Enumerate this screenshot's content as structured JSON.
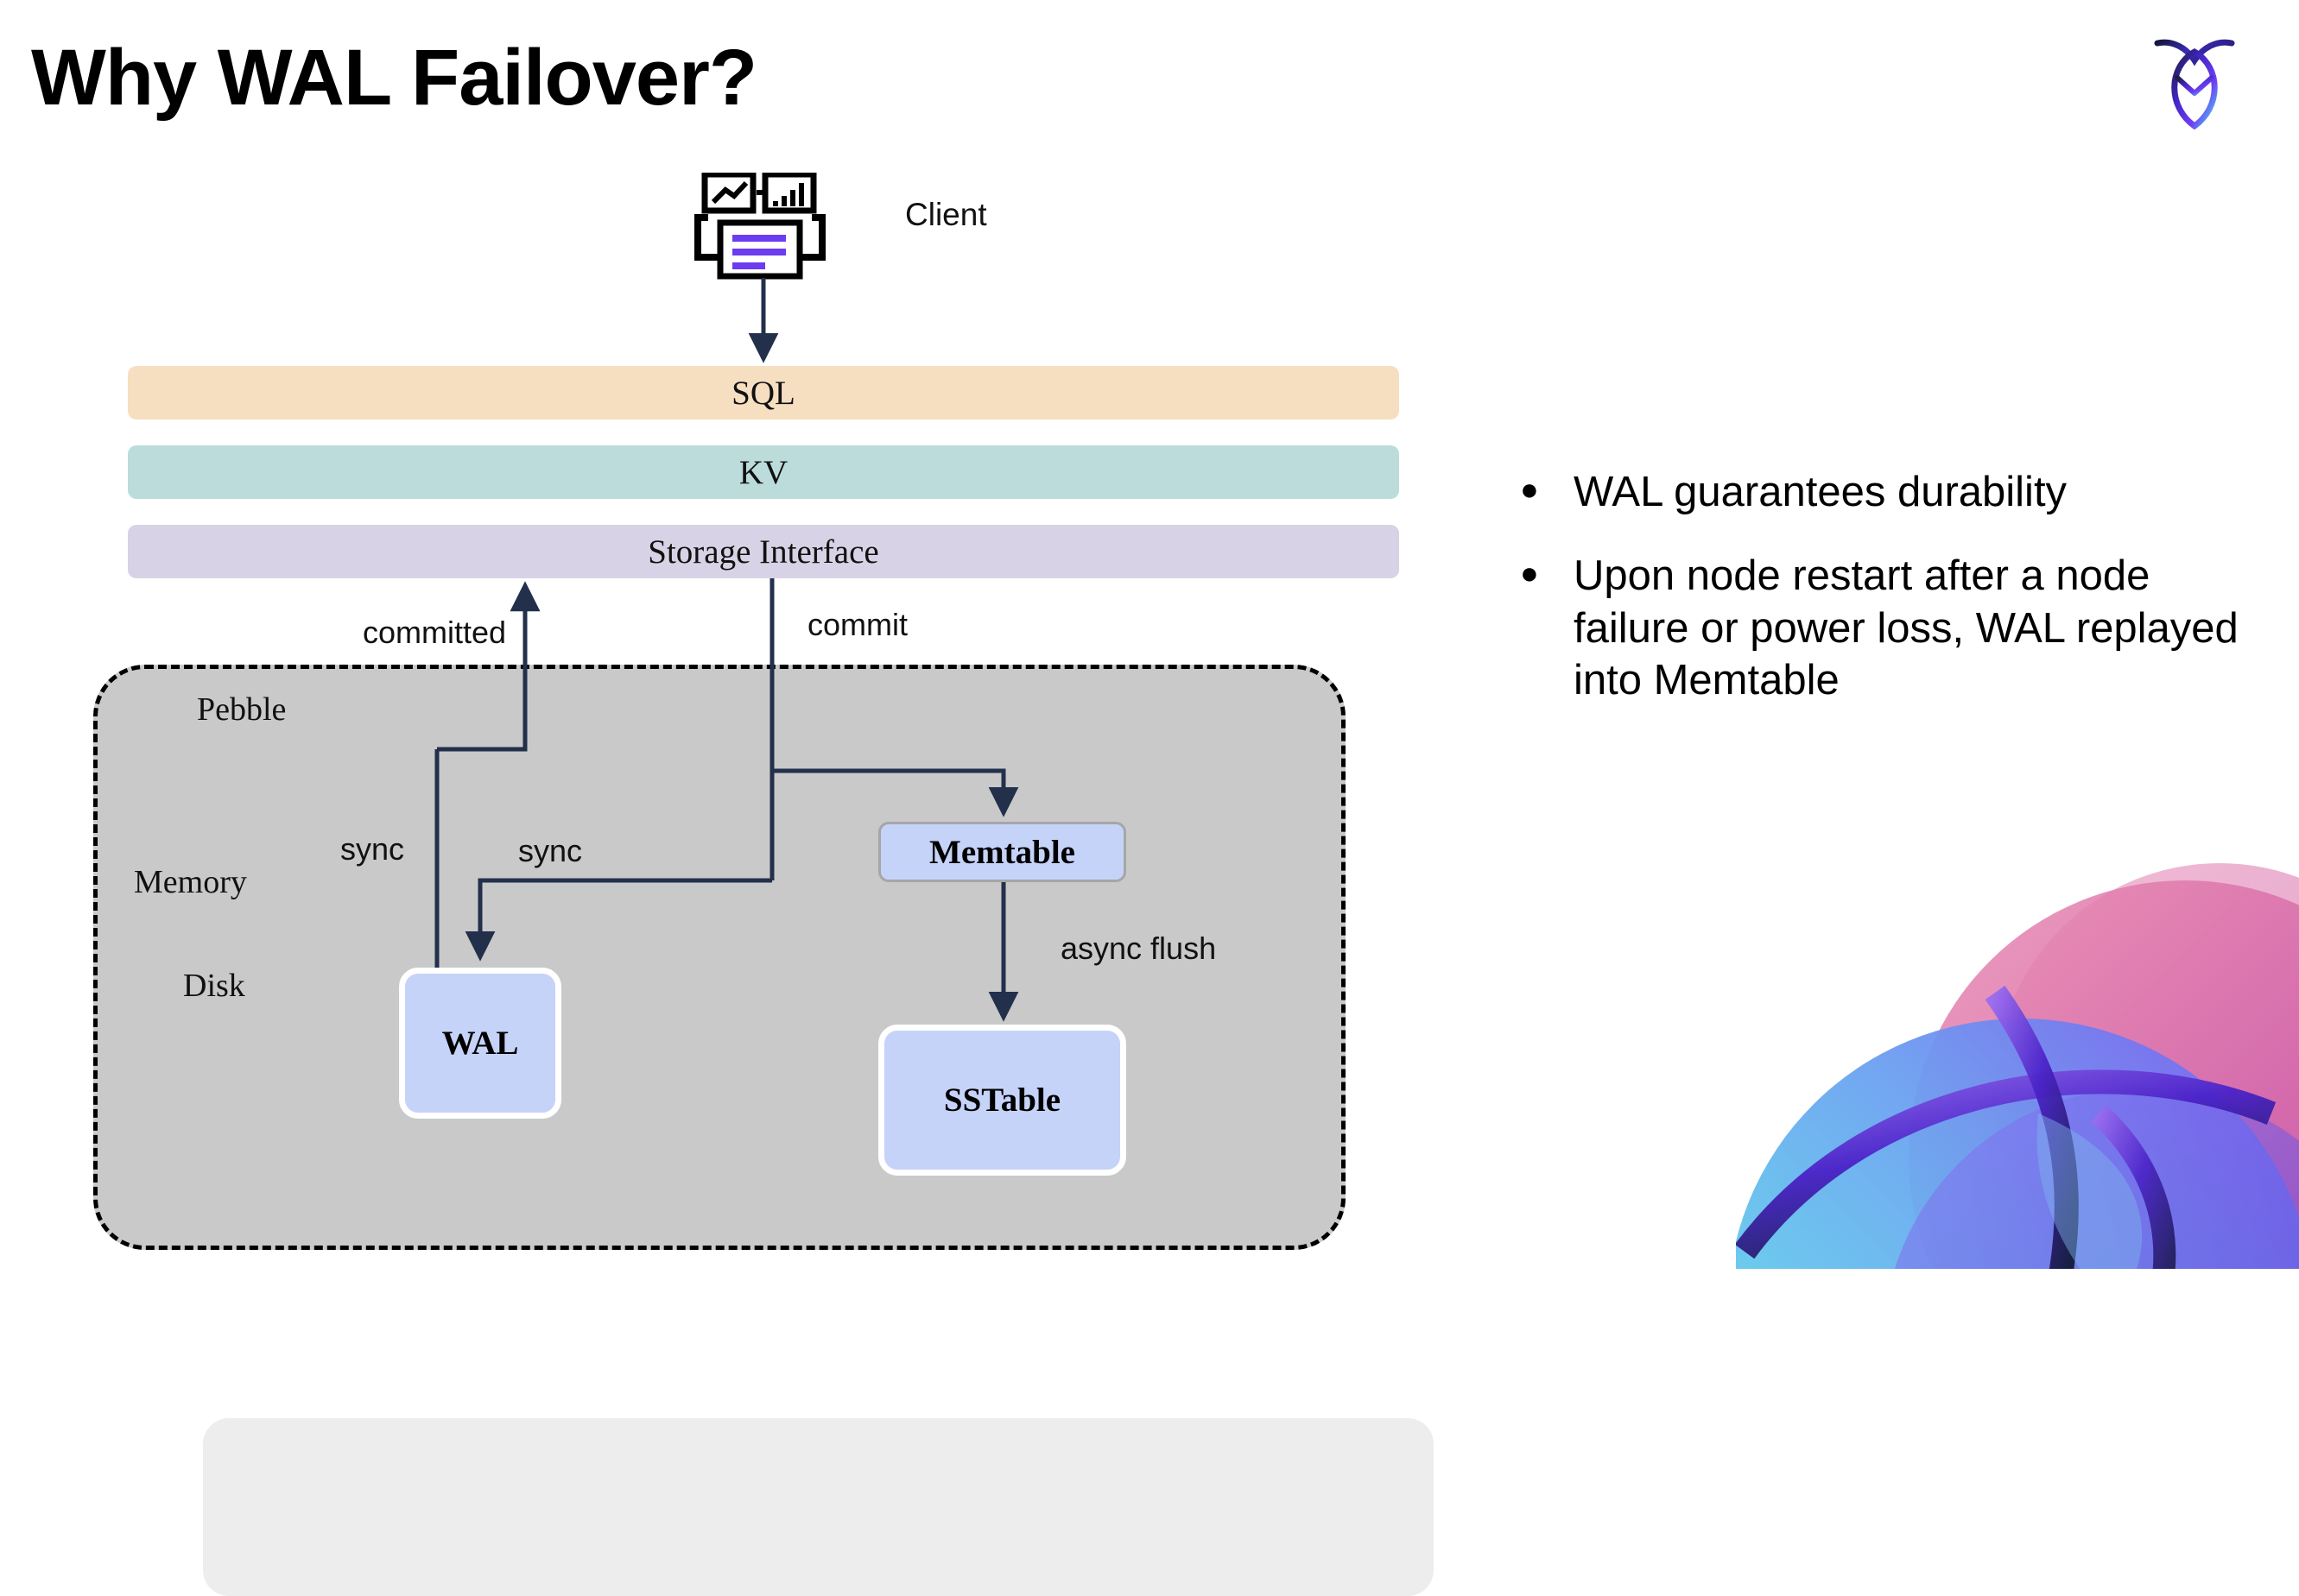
{
  "slide": {
    "title": "Why WAL Failover?",
    "brand_logo_name": "cockroachdb-logo"
  },
  "diagram": {
    "client": {
      "label": "Client",
      "icon_name": "client-monitor-icon"
    },
    "layers": [
      {
        "id": "sql",
        "label": "SQL",
        "color": "#f5dfc0"
      },
      {
        "id": "kv",
        "label": "KV",
        "color": "#bcdcdc"
      },
      {
        "id": "storage_interface",
        "label": "Storage Interface",
        "color": "#d7d2e5"
      }
    ],
    "container": {
      "label": "Pebble",
      "memory_label": "Memory",
      "disk_label": "Disk",
      "fill": "#c9c9c9",
      "memory_fill": "#ededed"
    },
    "nodes": [
      {
        "id": "memtable",
        "label": "Memtable",
        "fill": "#c6d3f9",
        "border": "#a6a6a6"
      },
      {
        "id": "wal",
        "label": "WAL",
        "fill": "#c6d3f9",
        "border": "#ffffff"
      },
      {
        "id": "sstable",
        "label": "SSTable",
        "fill": "#c6d3f9",
        "border": "#ffffff"
      }
    ],
    "edge_labels": {
      "committed": "committed",
      "commit": "commit",
      "sync_left": "sync",
      "sync_right": "sync",
      "async_flush": "async flush"
    },
    "edge_color": "#22304c"
  },
  "bullets": [
    {
      "marker": "●",
      "text": "WAL guarantees durability"
    },
    {
      "marker": "●",
      "text": "Upon node restart after a node failure or power loss, WAL replayed into Memtable"
    }
  ]
}
